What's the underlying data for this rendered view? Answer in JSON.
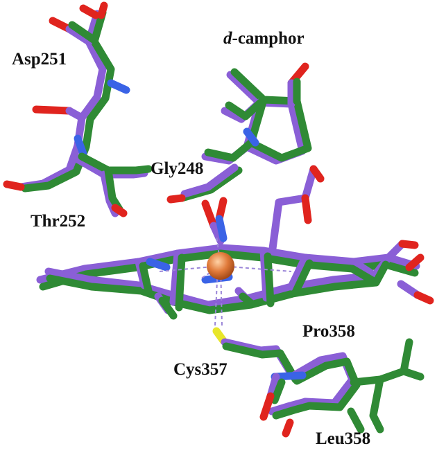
{
  "labels": {
    "asp251": "Asp251",
    "camphor_prefix": "d",
    "camphor_suffix": "-camphor",
    "gly248": "Gly248",
    "thr252": "Thr252",
    "pro358": "Pro358",
    "cys357": "Cys357",
    "leu358": "Leu358"
  },
  "colors": {
    "structure_a": "#8a5fd6",
    "structure_b": "#2f8a35",
    "oxygen": "#e0241e",
    "nitrogen": "#3a63e6",
    "sulfur": "#e8e62a",
    "iron": "#e07a3a",
    "interaction_lines": "#9b86d8"
  }
}
